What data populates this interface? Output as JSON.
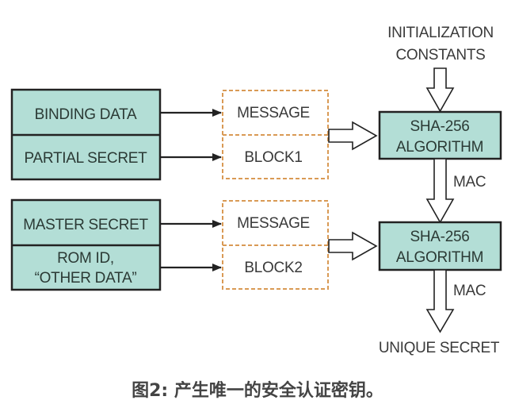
{
  "colors": {
    "box_fill": "#b3ded6",
    "box_stroke": "#222222",
    "dashed_stroke": "#d99a55",
    "arrow": "#222222",
    "text": "#3a3a3a"
  },
  "init_constants": {
    "line1": "INITIALIZATION",
    "line2": "CONSTANTS"
  },
  "group1": {
    "inputs": [
      "BINDING DATA",
      "PARTIAL SECRET"
    ],
    "message_block": [
      "MESSAGE",
      "BLOCK1"
    ],
    "algorithm": {
      "line1": "SHA-256",
      "line2": "ALGORITHM"
    },
    "output_label": "MAC"
  },
  "group2": {
    "inputs": [
      "MASTER SECRET",
      "ROM ID,",
      "“OTHER DATA”"
    ],
    "message_block": [
      "MESSAGE",
      "BLOCK2"
    ],
    "algorithm": {
      "line1": "SHA-256",
      "line2": "ALGORITHM"
    },
    "output_label": "MAC"
  },
  "result": "UNIQUE SECRET",
  "caption": "图2: 产生唯一的安全认证密钥。"
}
